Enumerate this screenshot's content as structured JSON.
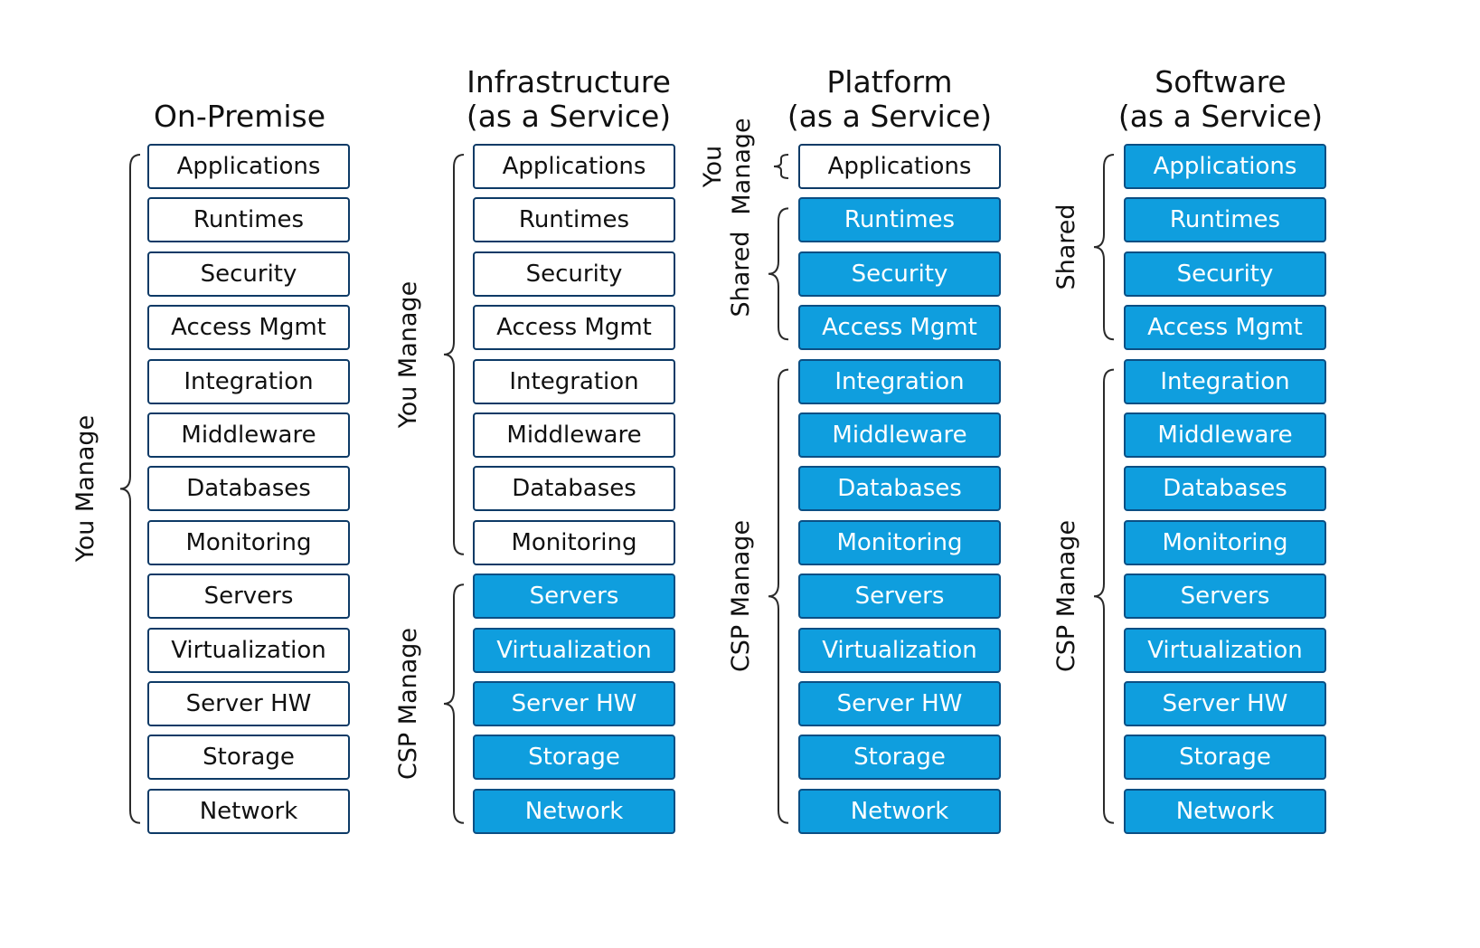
{
  "columns": [
    {
      "title_line1": "On-Premise",
      "title_line2": "",
      "layers": [
        {
          "label": "Applications",
          "provider_managed": false
        },
        {
          "label": "Runtimes",
          "provider_managed": false
        },
        {
          "label": "Security",
          "provider_managed": false
        },
        {
          "label": "Access Mgmt",
          "provider_managed": false
        },
        {
          "label": "Integration",
          "provider_managed": false
        },
        {
          "label": "Middleware",
          "provider_managed": false
        },
        {
          "label": "Databases",
          "provider_managed": false
        },
        {
          "label": "Monitoring",
          "provider_managed": false
        },
        {
          "label": "Servers",
          "provider_managed": false
        },
        {
          "label": "Virtualization",
          "provider_managed": false
        },
        {
          "label": "Server HW",
          "provider_managed": false
        },
        {
          "label": "Storage",
          "provider_managed": false
        },
        {
          "label": "Network",
          "provider_managed": false
        }
      ],
      "groups": [
        {
          "label": "You Manage",
          "from": 0,
          "to": 12
        }
      ]
    },
    {
      "title_line1": "Infrastructure",
      "title_line2": "(as a Service)",
      "layers": [
        {
          "label": "Applications",
          "provider_managed": false
        },
        {
          "label": "Runtimes",
          "provider_managed": false
        },
        {
          "label": "Security",
          "provider_managed": false
        },
        {
          "label": "Access Mgmt",
          "provider_managed": false
        },
        {
          "label": "Integration",
          "provider_managed": false
        },
        {
          "label": "Middleware",
          "provider_managed": false
        },
        {
          "label": "Databases",
          "provider_managed": false
        },
        {
          "label": "Monitoring",
          "provider_managed": false
        },
        {
          "label": "Servers",
          "provider_managed": true
        },
        {
          "label": "Virtualization",
          "provider_managed": true
        },
        {
          "label": "Server HW",
          "provider_managed": true
        },
        {
          "label": "Storage",
          "provider_managed": true
        },
        {
          "label": "Network",
          "provider_managed": true
        }
      ],
      "groups": [
        {
          "label": "You Manage",
          "from": 0,
          "to": 7
        },
        {
          "label": "CSP Manage",
          "from": 8,
          "to": 12
        }
      ]
    },
    {
      "title_line1": "Platform",
      "title_line2": "(as a Service)",
      "layers": [
        {
          "label": "Applications",
          "provider_managed": false
        },
        {
          "label": "Runtimes",
          "provider_managed": true
        },
        {
          "label": "Security",
          "provider_managed": true
        },
        {
          "label": "Access Mgmt",
          "provider_managed": true
        },
        {
          "label": "Integration",
          "provider_managed": true
        },
        {
          "label": "Middleware",
          "provider_managed": true
        },
        {
          "label": "Databases",
          "provider_managed": true
        },
        {
          "label": "Monitoring",
          "provider_managed": true
        },
        {
          "label": "Servers",
          "provider_managed": true
        },
        {
          "label": "Virtualization",
          "provider_managed": true
        },
        {
          "label": "Server HW",
          "provider_managed": true
        },
        {
          "label": "Storage",
          "provider_managed": true
        },
        {
          "label": "Network",
          "provider_managed": true
        }
      ],
      "groups": [
        {
          "label": "You Manage",
          "from": 0,
          "to": 0
        },
        {
          "label": "Shared",
          "from": 1,
          "to": 3
        },
        {
          "label": "CSP Manage",
          "from": 4,
          "to": 12
        }
      ]
    },
    {
      "title_line1": "Software",
      "title_line2": "(as a Service)",
      "layers": [
        {
          "label": "Applications",
          "provider_managed": true
        },
        {
          "label": "Runtimes",
          "provider_managed": true
        },
        {
          "label": "Security",
          "provider_managed": true
        },
        {
          "label": "Access Mgmt",
          "provider_managed": true
        },
        {
          "label": "Integration",
          "provider_managed": true
        },
        {
          "label": "Middleware",
          "provider_managed": true
        },
        {
          "label": "Databases",
          "provider_managed": true
        },
        {
          "label": "Monitoring",
          "provider_managed": true
        },
        {
          "label": "Servers",
          "provider_managed": true
        },
        {
          "label": "Virtualization",
          "provider_managed": true
        },
        {
          "label": "Server HW",
          "provider_managed": true
        },
        {
          "label": "Storage",
          "provider_managed": true
        },
        {
          "label": "Network",
          "provider_managed": true
        }
      ],
      "groups": [
        {
          "label": "Shared",
          "from": 0,
          "to": 3
        },
        {
          "label": "CSP Manage",
          "from": 4,
          "to": 12
        }
      ]
    }
  ],
  "colors": {
    "provider_fill": "#0f9ede",
    "border": "#0d3a66",
    "user_fill": "#ffffff"
  }
}
